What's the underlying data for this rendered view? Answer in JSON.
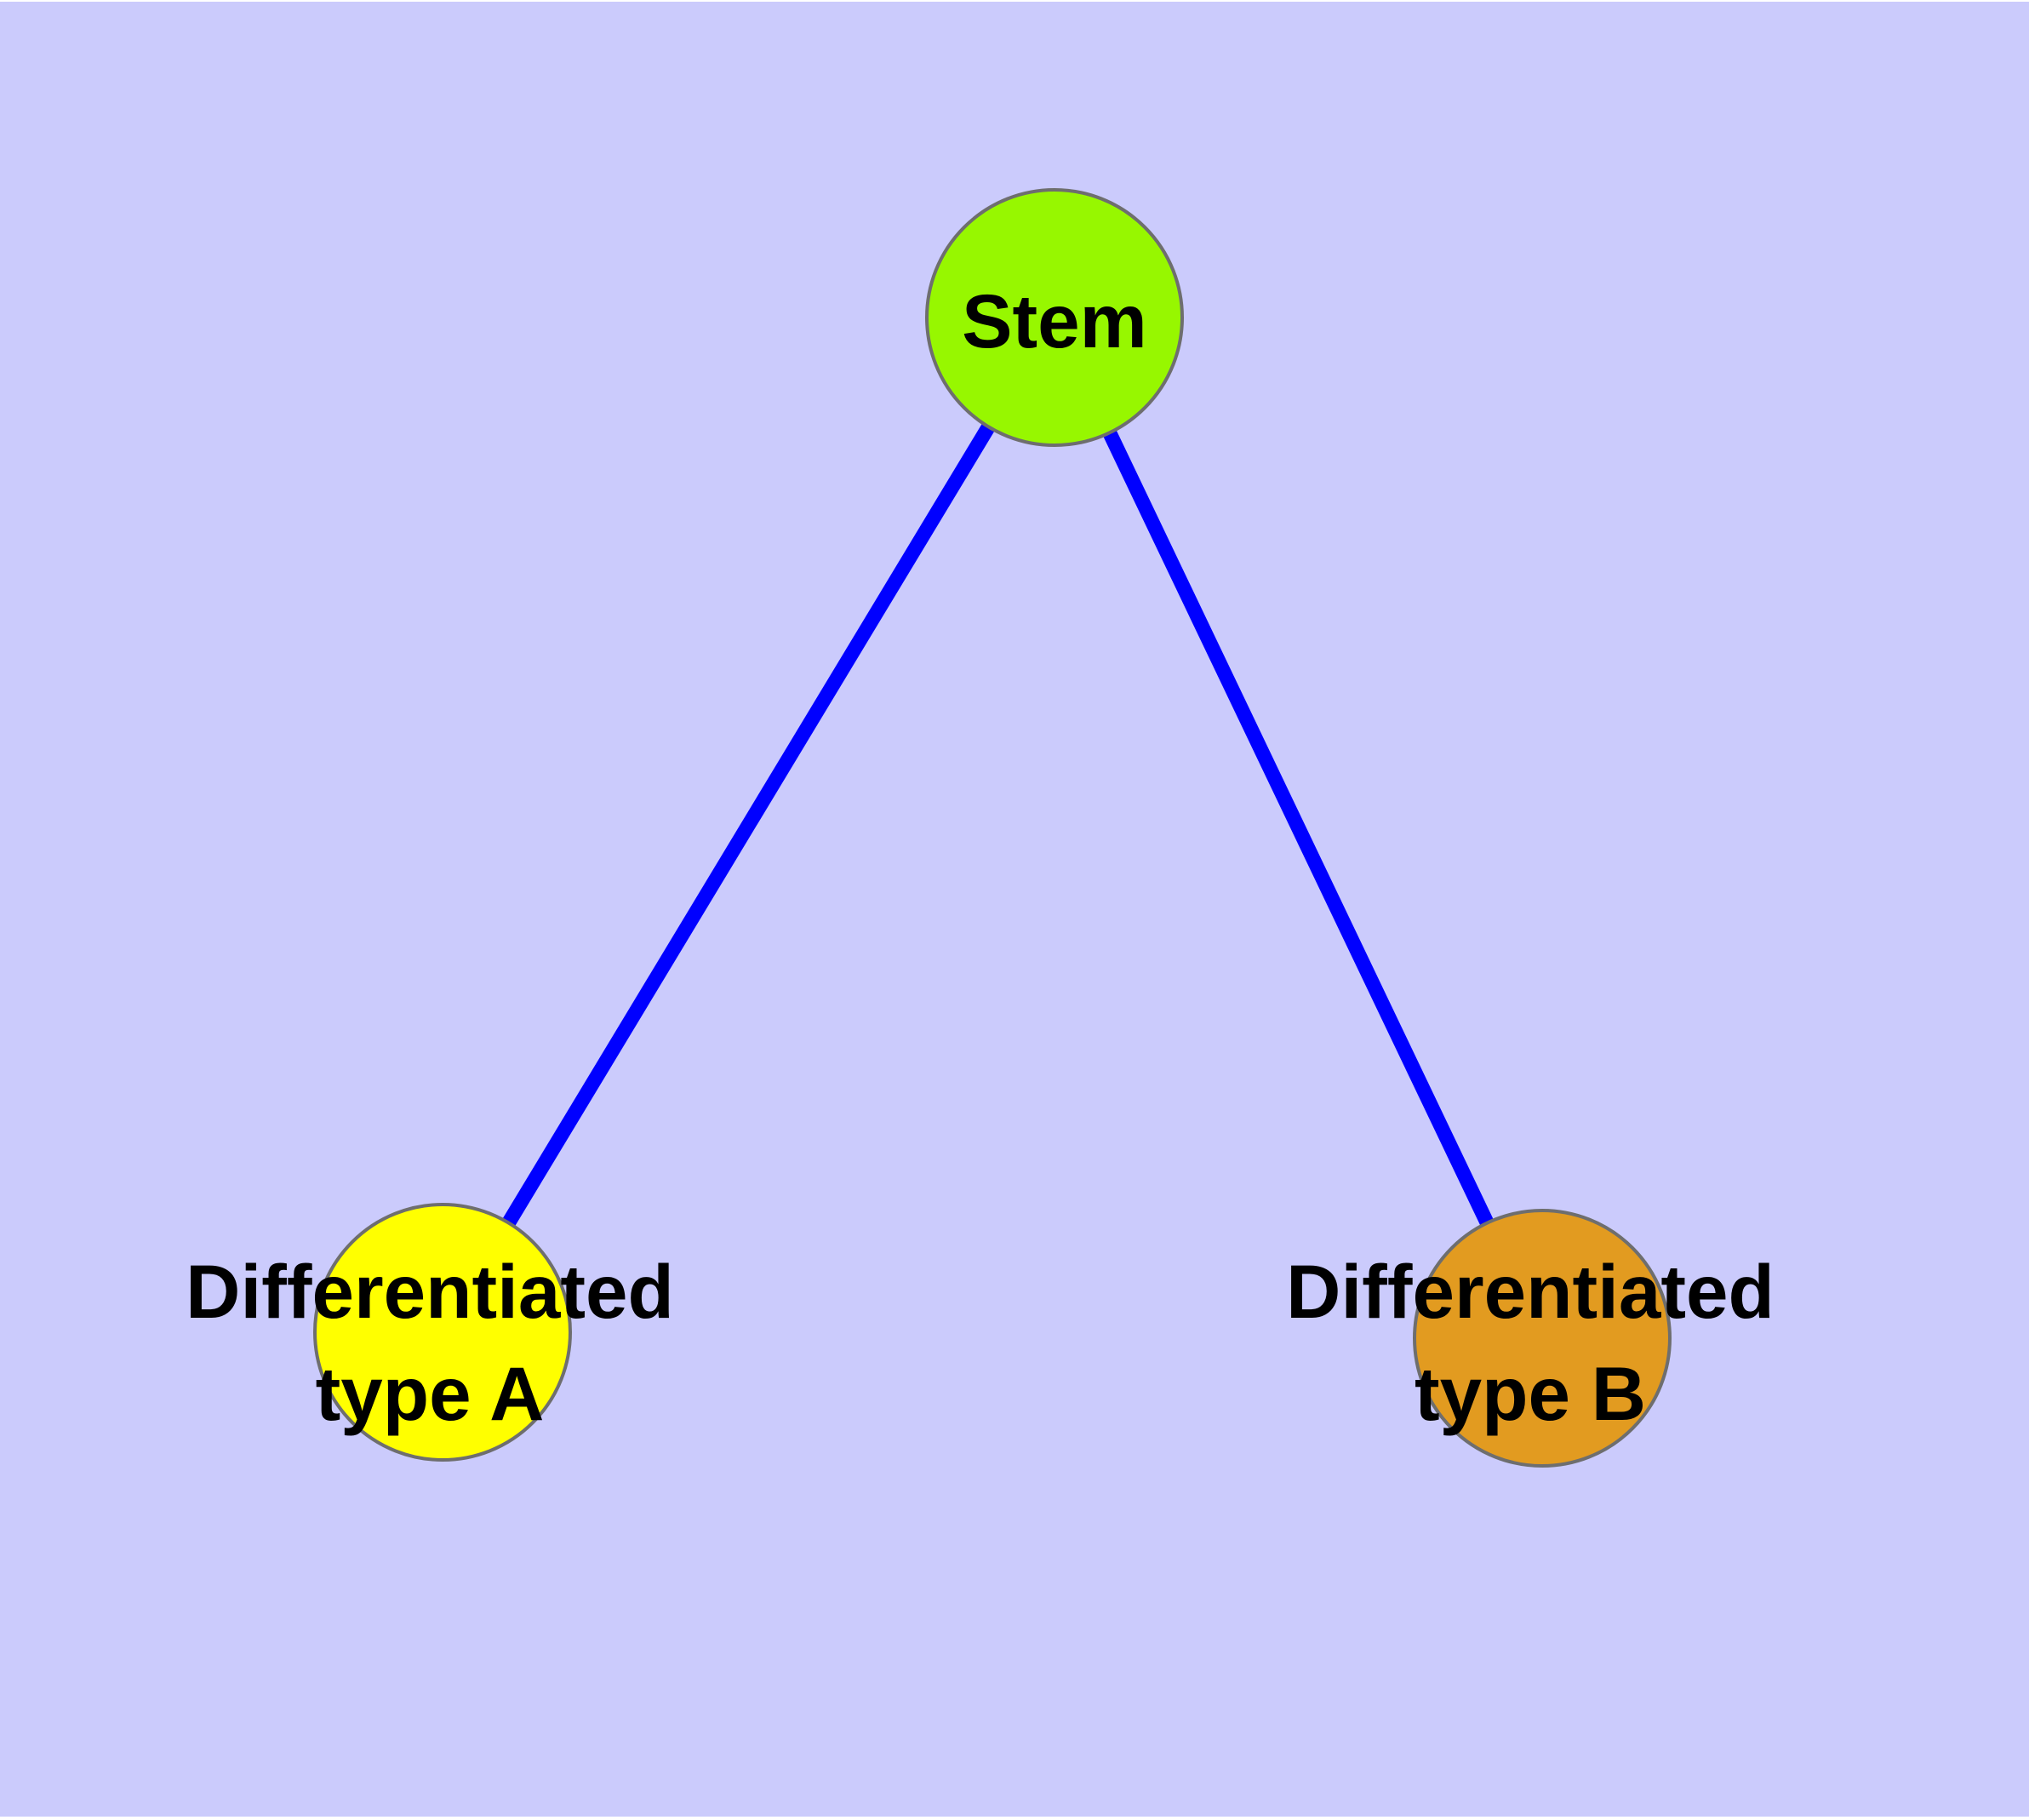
{
  "diagram": {
    "type": "node-link-tree",
    "description": "Stem cell differentiation diagram: one stem node branching to two differentiated cell type nodes",
    "nodes": {
      "stem": {
        "label": "Stem",
        "shape": "circle",
        "fill": "#97F700"
      },
      "type_a": {
        "line1": "Differentiated",
        "line2": "type A",
        "shape": "circle",
        "fill": "#FFFF00"
      },
      "type_b": {
        "line1": "Differentiated",
        "line2": "type B",
        "shape": "circle",
        "fill": "#E29B20"
      }
    },
    "edges": [
      {
        "from": "stem",
        "to": "type_a",
        "color": "#0000FF"
      },
      {
        "from": "stem",
        "to": "type_b",
        "color": "#0000FF"
      }
    ]
  },
  "colors": {
    "page-bg": "#FFFFFF",
    "canvas-bg": "#CBCBFC",
    "edge-color": "#0000FF",
    "node-border": "#6E6E6E",
    "label-color": "#000000",
    "stem-fill": "#97F700",
    "type-a-fill": "#FFFF00",
    "type-b-fill": "#E29B20"
  }
}
